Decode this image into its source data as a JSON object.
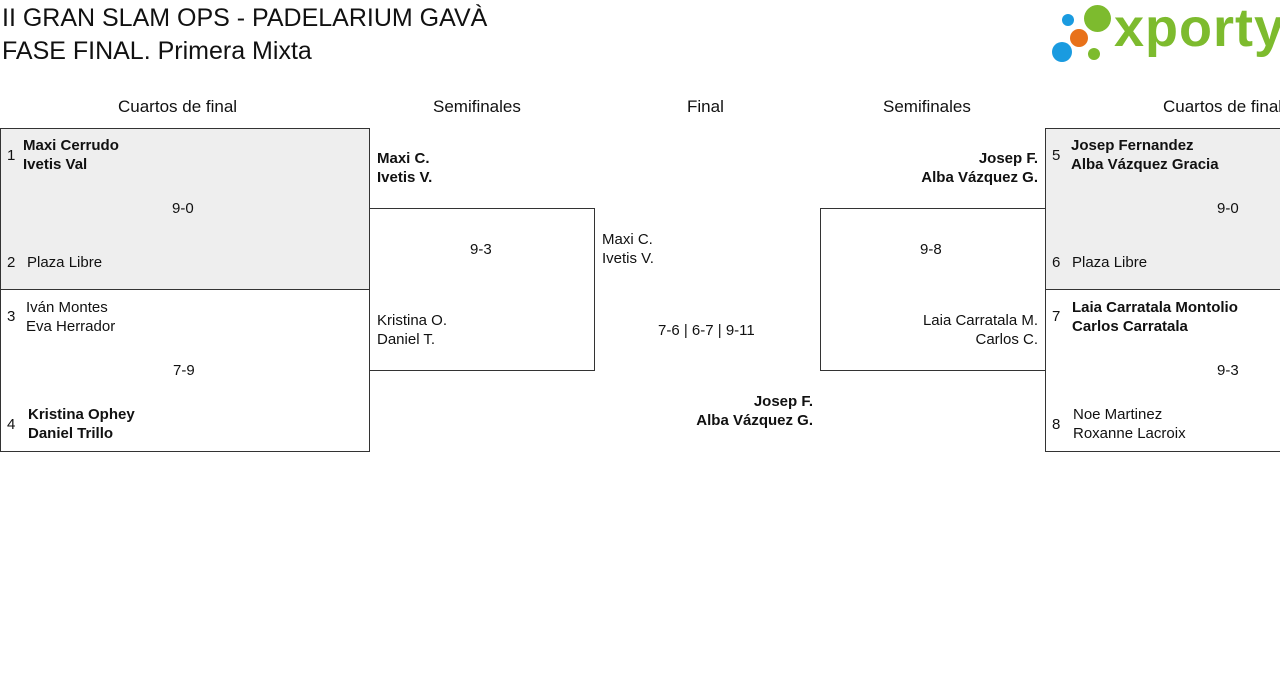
{
  "header": {
    "title_line1": "II GRAN SLAM OPS - PADELARIUM GAVÀ",
    "title_line2": "FASE FINAL. Primera Mixta",
    "logo_text": "xporty"
  },
  "rounds": {
    "left_quarters": "Cuartos de final",
    "left_semis": "Semifinales",
    "final": "Final",
    "right_semis": "Semifinales",
    "right_quarters": "Cuartos de final"
  },
  "left_quarters": [
    {
      "seed_a": "1",
      "team_a": [
        "Maxi Cerrudo",
        "Ivetis Val"
      ],
      "score": "9-0",
      "seed_b": "2",
      "team_b": [
        "Plaza Libre",
        ""
      ]
    },
    {
      "seed_a": "3",
      "team_a": [
        "Iván Montes",
        "Eva Herrador"
      ],
      "score": "7-9",
      "seed_b": "4",
      "team_b": [
        "Kristina Ophey",
        "Daniel Trillo"
      ]
    }
  ],
  "right_quarters": [
    {
      "seed_a": "5",
      "team_a": [
        "Josep Fernandez",
        "Alba Vázquez Gracia"
      ],
      "score": "9-0",
      "seed_b": "6",
      "team_b": [
        "Plaza Libre",
        ""
      ]
    },
    {
      "seed_a": "7",
      "team_a": [
        "Laia Carratala Montolio",
        "Carlos Carratala"
      ],
      "score": "9-3",
      "seed_b": "8",
      "team_b": [
        "Noe Martinez",
        "Roxanne Lacroix"
      ]
    }
  ],
  "left_semi": {
    "team_a": [
      "Maxi C.",
      "Ivetis V."
    ],
    "score": "9-3",
    "team_b": [
      "Kristina O.",
      "Daniel T."
    ]
  },
  "right_semi": {
    "team_a": [
      "Josep F.",
      "Alba Vázquez G."
    ],
    "score": "9-8",
    "team_b": [
      "Laia Carratala M.",
      "Carlos C."
    ]
  },
  "final": {
    "team_a": [
      "Maxi C.",
      "Ivetis V."
    ],
    "score": "7-6 | 6-7 | 9-11",
    "team_b": [
      "Josep F.",
      "Alba Vázquez G."
    ]
  },
  "colors": {
    "logo_green": "#7dbb2e",
    "logo_blue": "#1a9be0",
    "logo_orange": "#e8711a",
    "winner_fill": "#eeeeee",
    "border": "#333333"
  }
}
